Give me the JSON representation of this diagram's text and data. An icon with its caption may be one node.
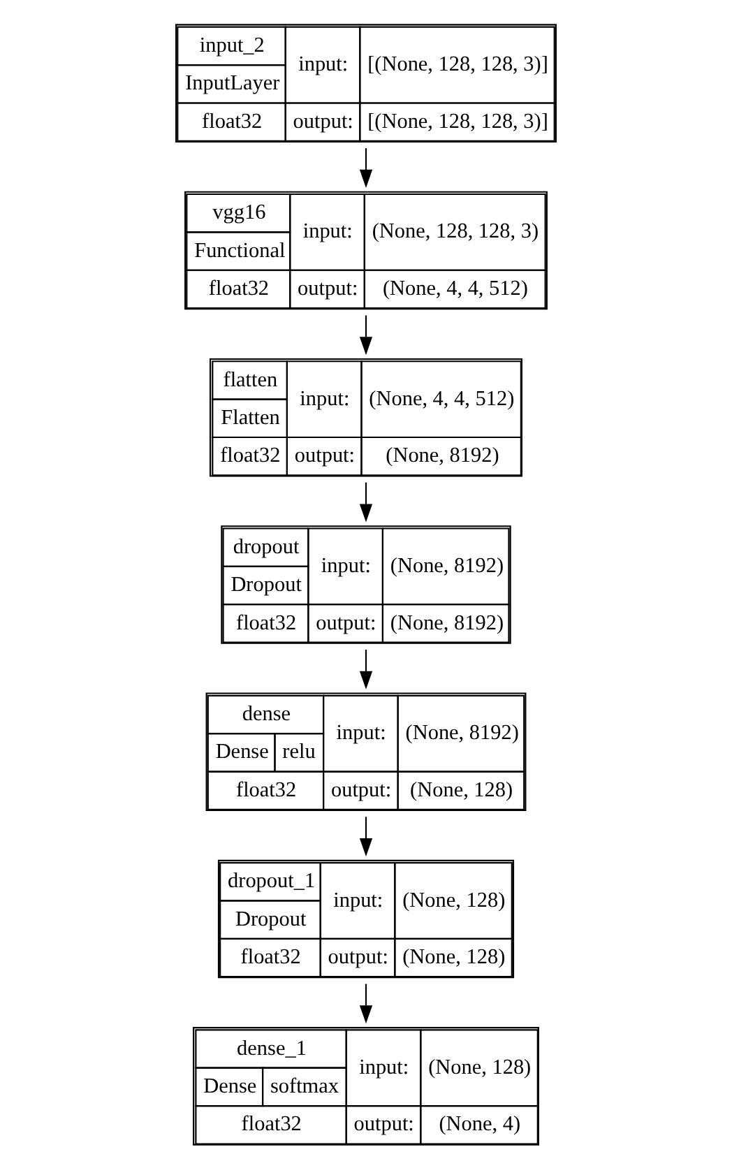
{
  "diagram": {
    "nodes": [
      {
        "text": [
          "input_2",
          "InputLayer",
          "float32",
          "input:",
          "[(None, 128, 128, 3)]",
          "output:",
          "[(None, 128, 128, 3)]"
        ]
      },
      {
        "text": [
          "vgg16",
          "Functional",
          "float32",
          "input:",
          "(None, 128, 128, 3)",
          "output:",
          "(None, 4, 4, 512)"
        ]
      },
      {
        "text": [
          "flatten",
          "Flatten",
          "float32",
          "input:",
          "(None, 4, 4, 512)",
          "output:",
          "(None, 8192)"
        ]
      },
      {
        "text": [
          "dropout",
          "Dropout",
          "float32",
          "input:",
          "(None, 8192)",
          "output:",
          "(None, 8192)"
        ]
      },
      {
        "text": [
          "dense",
          "Dense",
          "relu",
          "float32",
          "input:",
          "(None, 8192)",
          "output:",
          "(None, 128)"
        ]
      },
      {
        "text": [
          "dropout_1",
          "Dropout",
          "float32",
          "input:",
          "(None, 128)",
          "output:",
          "(None, 128)"
        ]
      },
      {
        "text": [
          "dense_1",
          "Dense",
          "softmax",
          "float32",
          "input:",
          "(None, 128)",
          "output:",
          "(None, 4)"
        ]
      }
    ],
    "edges": [
      {
        "from": 0,
        "to": 1,
        "arrow": "to"
      },
      {
        "from": 1,
        "to": 2,
        "arrow": "to"
      },
      {
        "from": 2,
        "to": 3,
        "arrow": "to"
      },
      {
        "from": 3,
        "to": 4,
        "arrow": "to"
      },
      {
        "from": 4,
        "to": 5,
        "arrow": "to"
      },
      {
        "from": 5,
        "to": 6,
        "arrow": "to"
      }
    ]
  }
}
